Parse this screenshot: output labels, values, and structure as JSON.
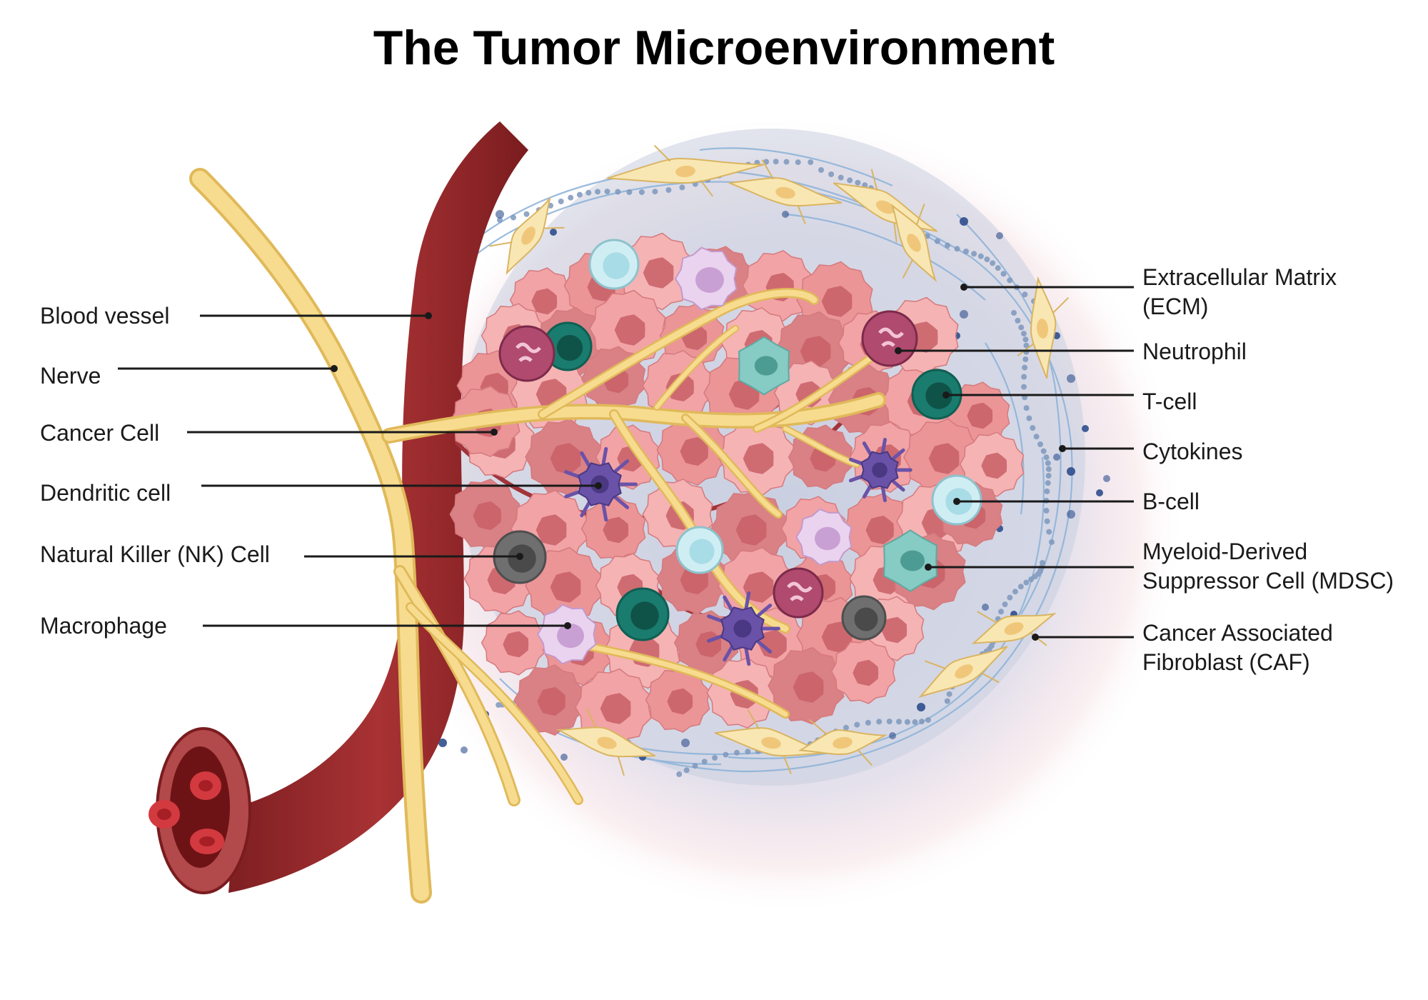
{
  "title": "The Tumor Microenvironment",
  "labels_left": [
    {
      "id": "blood-vessel",
      "text": "Blood vessel"
    },
    {
      "id": "nerve",
      "text": "Nerve"
    },
    {
      "id": "cancer-cell",
      "text": "Cancer Cell"
    },
    {
      "id": "dendritic-cell",
      "text": "Dendritic cell"
    },
    {
      "id": "nk-cell",
      "text": "Natural Killer (NK) Cell"
    },
    {
      "id": "macrophage",
      "text": "Macrophage"
    }
  ],
  "labels_right": [
    {
      "id": "ecm",
      "lines": [
        "Extracellular Matrix",
        "(ECM)"
      ]
    },
    {
      "id": "neutrophil",
      "lines": [
        "Neutrophil"
      ]
    },
    {
      "id": "t-cell",
      "lines": [
        "T-cell"
      ]
    },
    {
      "id": "cytokines",
      "lines": [
        "Cytokines"
      ]
    },
    {
      "id": "b-cell",
      "lines": [
        "B-cell"
      ]
    },
    {
      "id": "mdsc",
      "lines": [
        "Myeloid-Derived",
        "Suppressor Cell (MDSC)"
      ]
    },
    {
      "id": "caf",
      "lines": [
        "Cancer Associated",
        "Fibroblast (CAF)"
      ]
    }
  ],
  "colors": {
    "blood_vessel": "#9c2a2a",
    "nerve": "#f6d98a",
    "cancer_cell": "#f0a0a2",
    "t_cell": "#1a7c6e",
    "b_cell": "#cfeef3",
    "neutrophil": "#b04a6e",
    "dendritic_cell": "#6a52a8",
    "nk_cell": "#6f6f6f",
    "macrophage": "#ead3ef",
    "mdsc": "#86cbc4",
    "caf": "#f9e7b3",
    "ecm": "#8fb4d9",
    "cytokines": "#2f4e8c"
  }
}
